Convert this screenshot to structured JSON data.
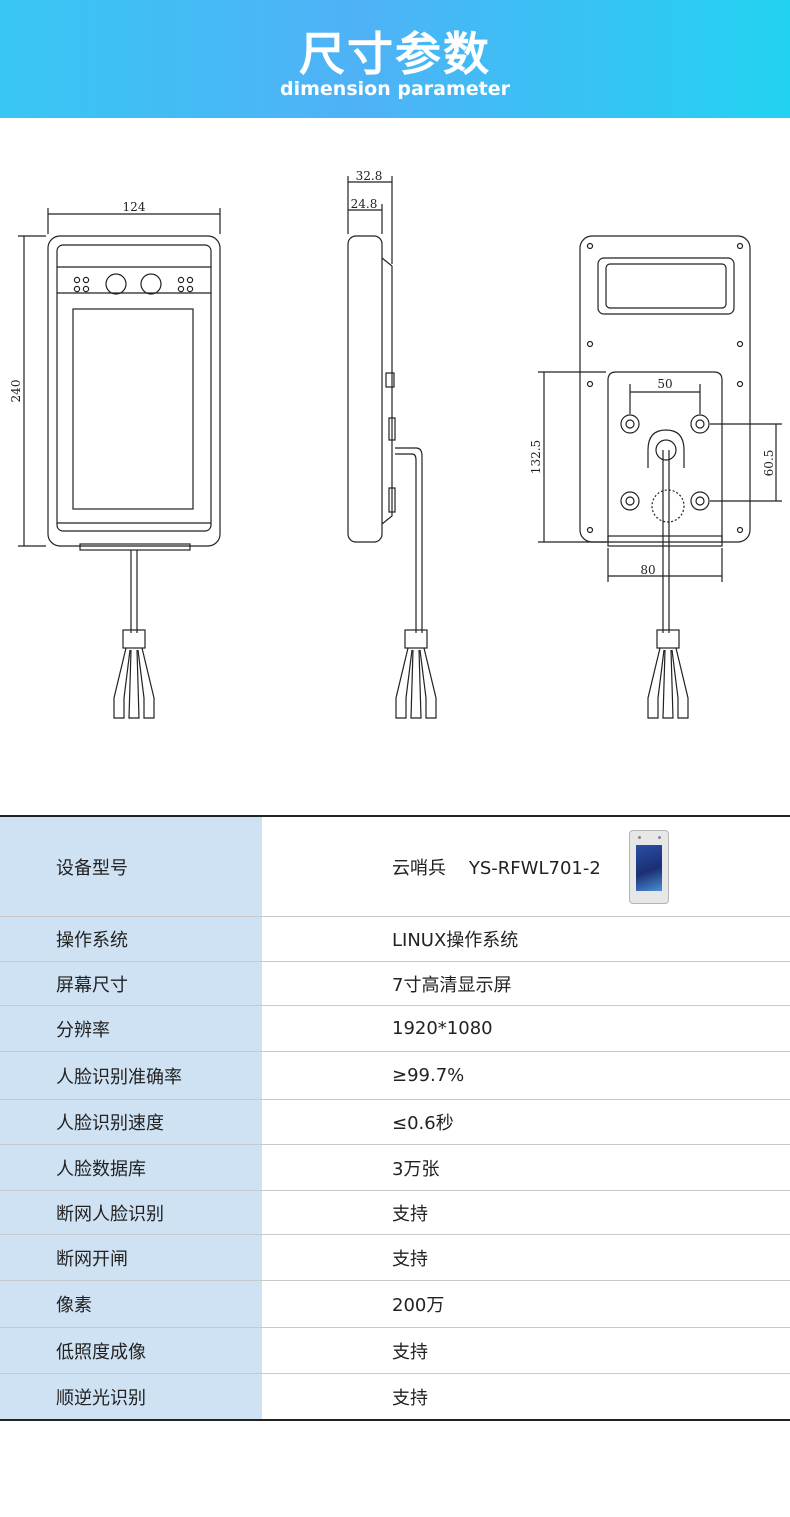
{
  "header": {
    "title": "尺寸参数",
    "subtitle": "dimension parameter"
  },
  "drawing": {
    "front_width": "124",
    "front_height": "240",
    "side_total_depth": "32.8",
    "side_body_depth": "24.8",
    "back_hole_spacing_x": "50",
    "back_hole_spacing_y": "60.5",
    "back_plate_height": "132.5",
    "back_plate_width": "80"
  },
  "specs": {
    "rows": [
      {
        "label": "设备型号",
        "value": "云哨兵    YS-RFWL701-2"
      },
      {
        "label": "操作系统",
        "value": "LINUX操作系统"
      },
      {
        "label": "屏幕尺寸",
        "value": "7寸高清显示屏"
      },
      {
        "label": "分辨率",
        "value": "1920*1080"
      },
      {
        "label": "人脸识别准确率",
        "value": "≥99.7%"
      },
      {
        "label": "人脸识别速度",
        "value": "≤0.6秒"
      },
      {
        "label": "人脸数据库",
        "value": "3万张"
      },
      {
        "label": "断网人脸识别",
        "value": "支持"
      },
      {
        "label": "断网开闸",
        "value": "支持"
      },
      {
        "label": "像素",
        "value": "200万"
      },
      {
        "label": "低照度成像",
        "value": "支持"
      },
      {
        "label": "顺逆光识别",
        "value": "支持"
      }
    ]
  },
  "colors": {
    "label_bg": "#cfe2f3",
    "banner_start": "#38c6f3",
    "banner_end": "#22d2f2"
  }
}
